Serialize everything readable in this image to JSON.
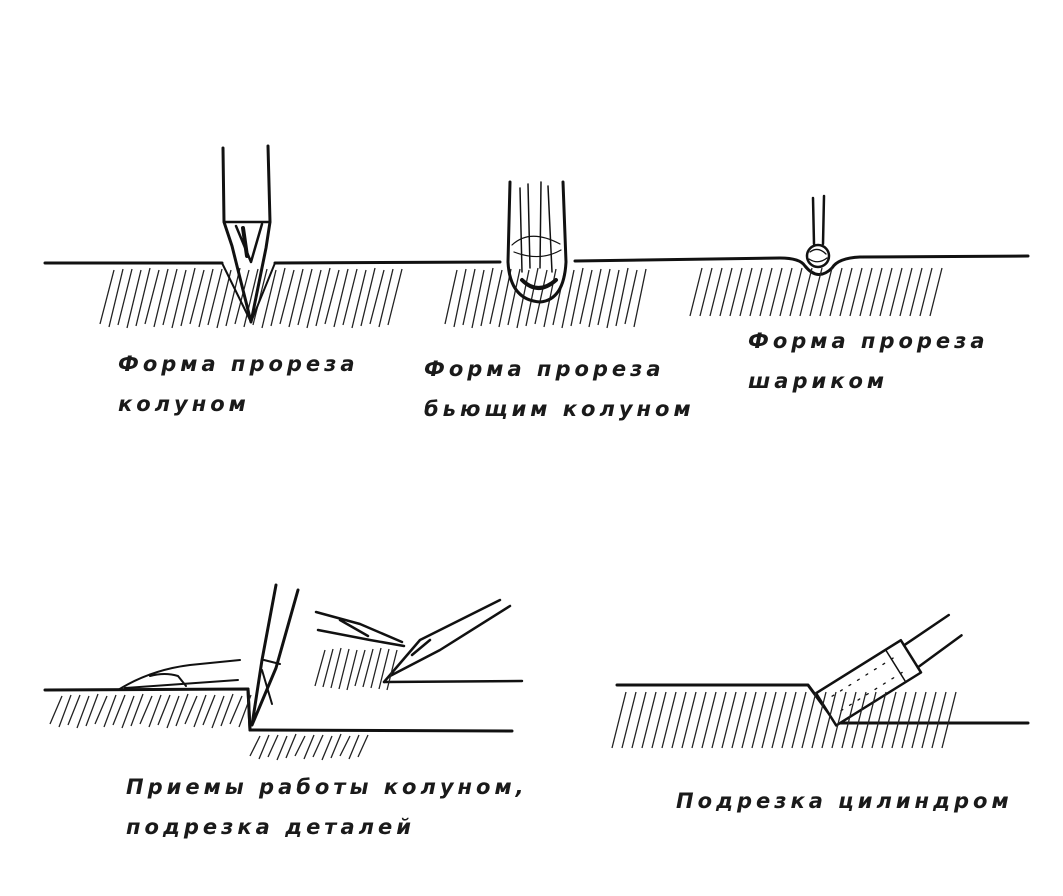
{
  "captions": {
    "cut_kolun": [
      "Форма прореза",
      "колуном"
    ],
    "cut_striking_kolun": [
      "Форма прореза",
      "бьющим колуном"
    ],
    "cut_ball": [
      "Форма прореза",
      "шариком"
    ],
    "kolun_techniques": [
      "Приемы работы колуном,",
      "подрезка деталей"
    ],
    "cylinder_undercut": [
      "Подрезка цилиндром"
    ]
  },
  "colors": {
    "ink": "#111111",
    "paper": "#ffffff"
  }
}
